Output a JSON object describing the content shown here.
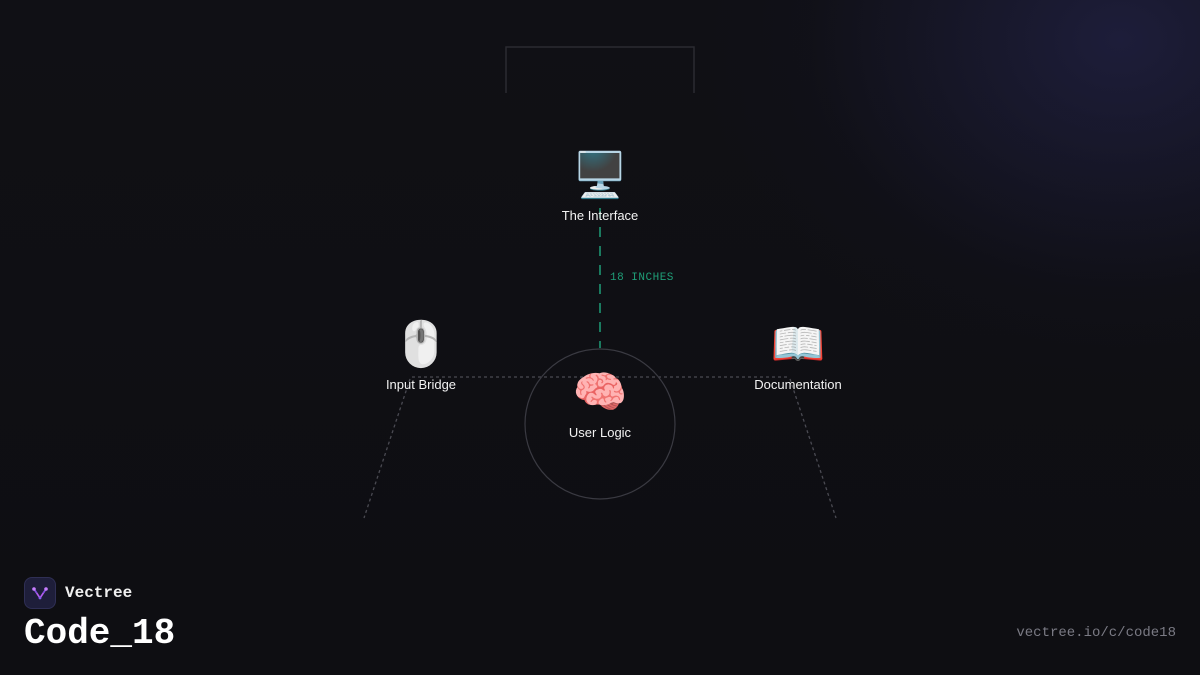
{
  "diagram": {
    "nodes": {
      "interface": {
        "icon": "desktop-computer-icon",
        "glyph": "🖥️",
        "label": "The Interface"
      },
      "input": {
        "icon": "computer-mouse-icon",
        "glyph": "🖱️",
        "label": "Input Bridge"
      },
      "logic": {
        "icon": "brain-icon",
        "glyph": "🧠",
        "label": "User Logic"
      },
      "docs": {
        "icon": "open-book-icon",
        "glyph": "📖",
        "label": "Documentation"
      }
    },
    "distance_label": "18 INCHES",
    "colors": {
      "accent": "#1f9e78",
      "connector": "#4a4a52",
      "background": "#0e0e12"
    }
  },
  "footer": {
    "brand": "Vectree",
    "title": "Code_18",
    "url": "vectree.io/c/code18"
  }
}
